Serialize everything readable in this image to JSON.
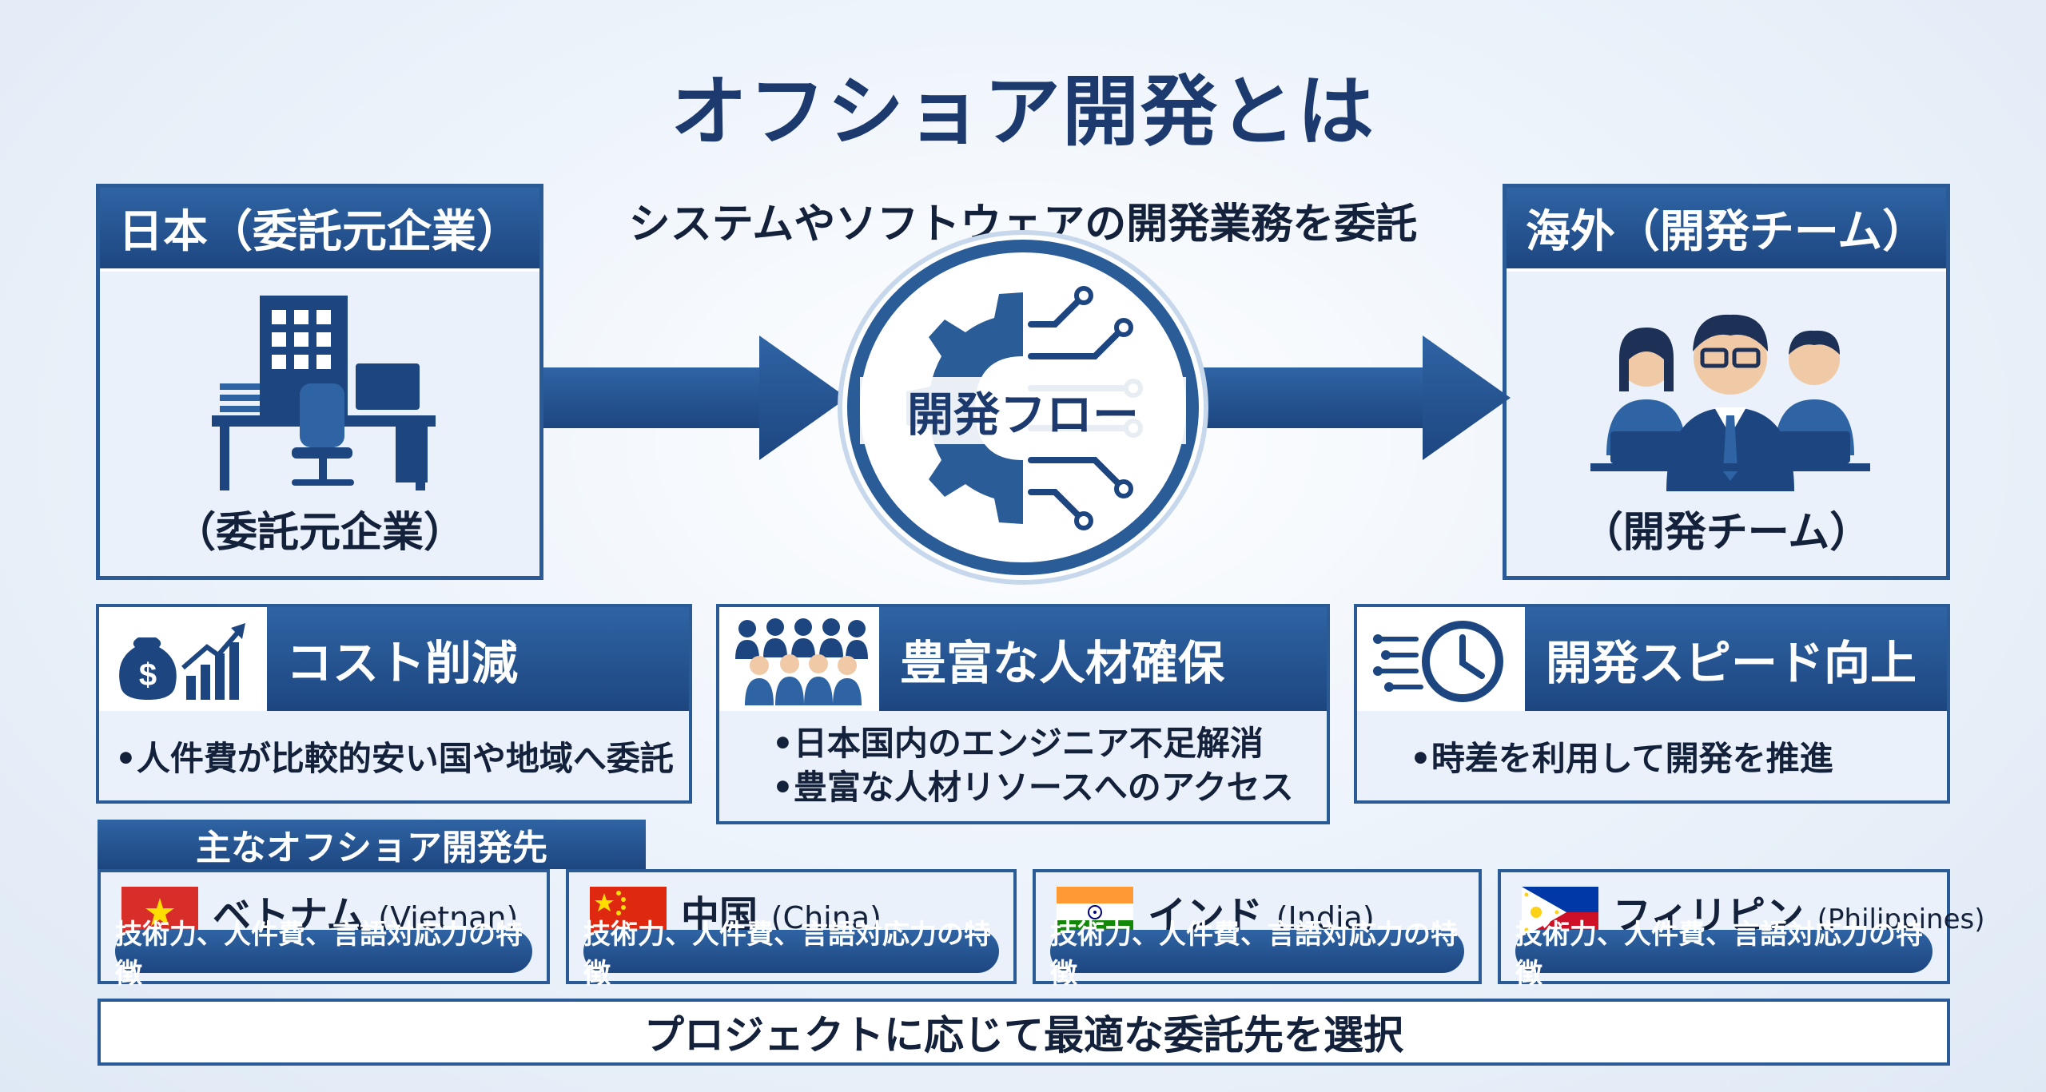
{
  "title": "オフショア開発とは",
  "subtitle": "システムやソフトウェアの開発業務を委託",
  "left_box": {
    "header": "日本（委託元企業）",
    "caption": "（委託元企業）"
  },
  "right_box": {
    "header": "海外（開発チーム）",
    "caption": "（開発チーム）"
  },
  "center": {
    "label": "開発フロー"
  },
  "benefits": [
    {
      "title": "コスト削減",
      "bullets": [
        "•人件費が比較的安い国や地域へ委託"
      ]
    },
    {
      "title": "豊富な人材確保",
      "bullets": [
        "•日本国内のエンジニア不足解消",
        "•豊富な人材リソースへのアクセス"
      ]
    },
    {
      "title": "開発スピード向上",
      "bullets": [
        "•時差を利用して開発を推進"
      ]
    }
  ],
  "countries_label": "主なオフショア開発先",
  "countries": [
    {
      "name": "ベトナム",
      "en": "(Vietnan)",
      "feature": "技術力、人件費、言語対応力の特徴"
    },
    {
      "name": "中国",
      "en": "(China)",
      "feature": "技術力、人件費、言語対応力の特徴"
    },
    {
      "name": "インド",
      "en": "(India)",
      "feature": "技術力、人件費、言語対応力の特徴"
    },
    {
      "name": "フィリピン",
      "en": "(Philippines)",
      "feature": "技術力、人件費、言語対応力の特徴"
    }
  ],
  "bottom_note": "プロジェクトに応じて最適な委託先を選択",
  "colors": {
    "navy": "#1d4680",
    "blue": "#2f64a4",
    "light": "#eaf1fa"
  }
}
